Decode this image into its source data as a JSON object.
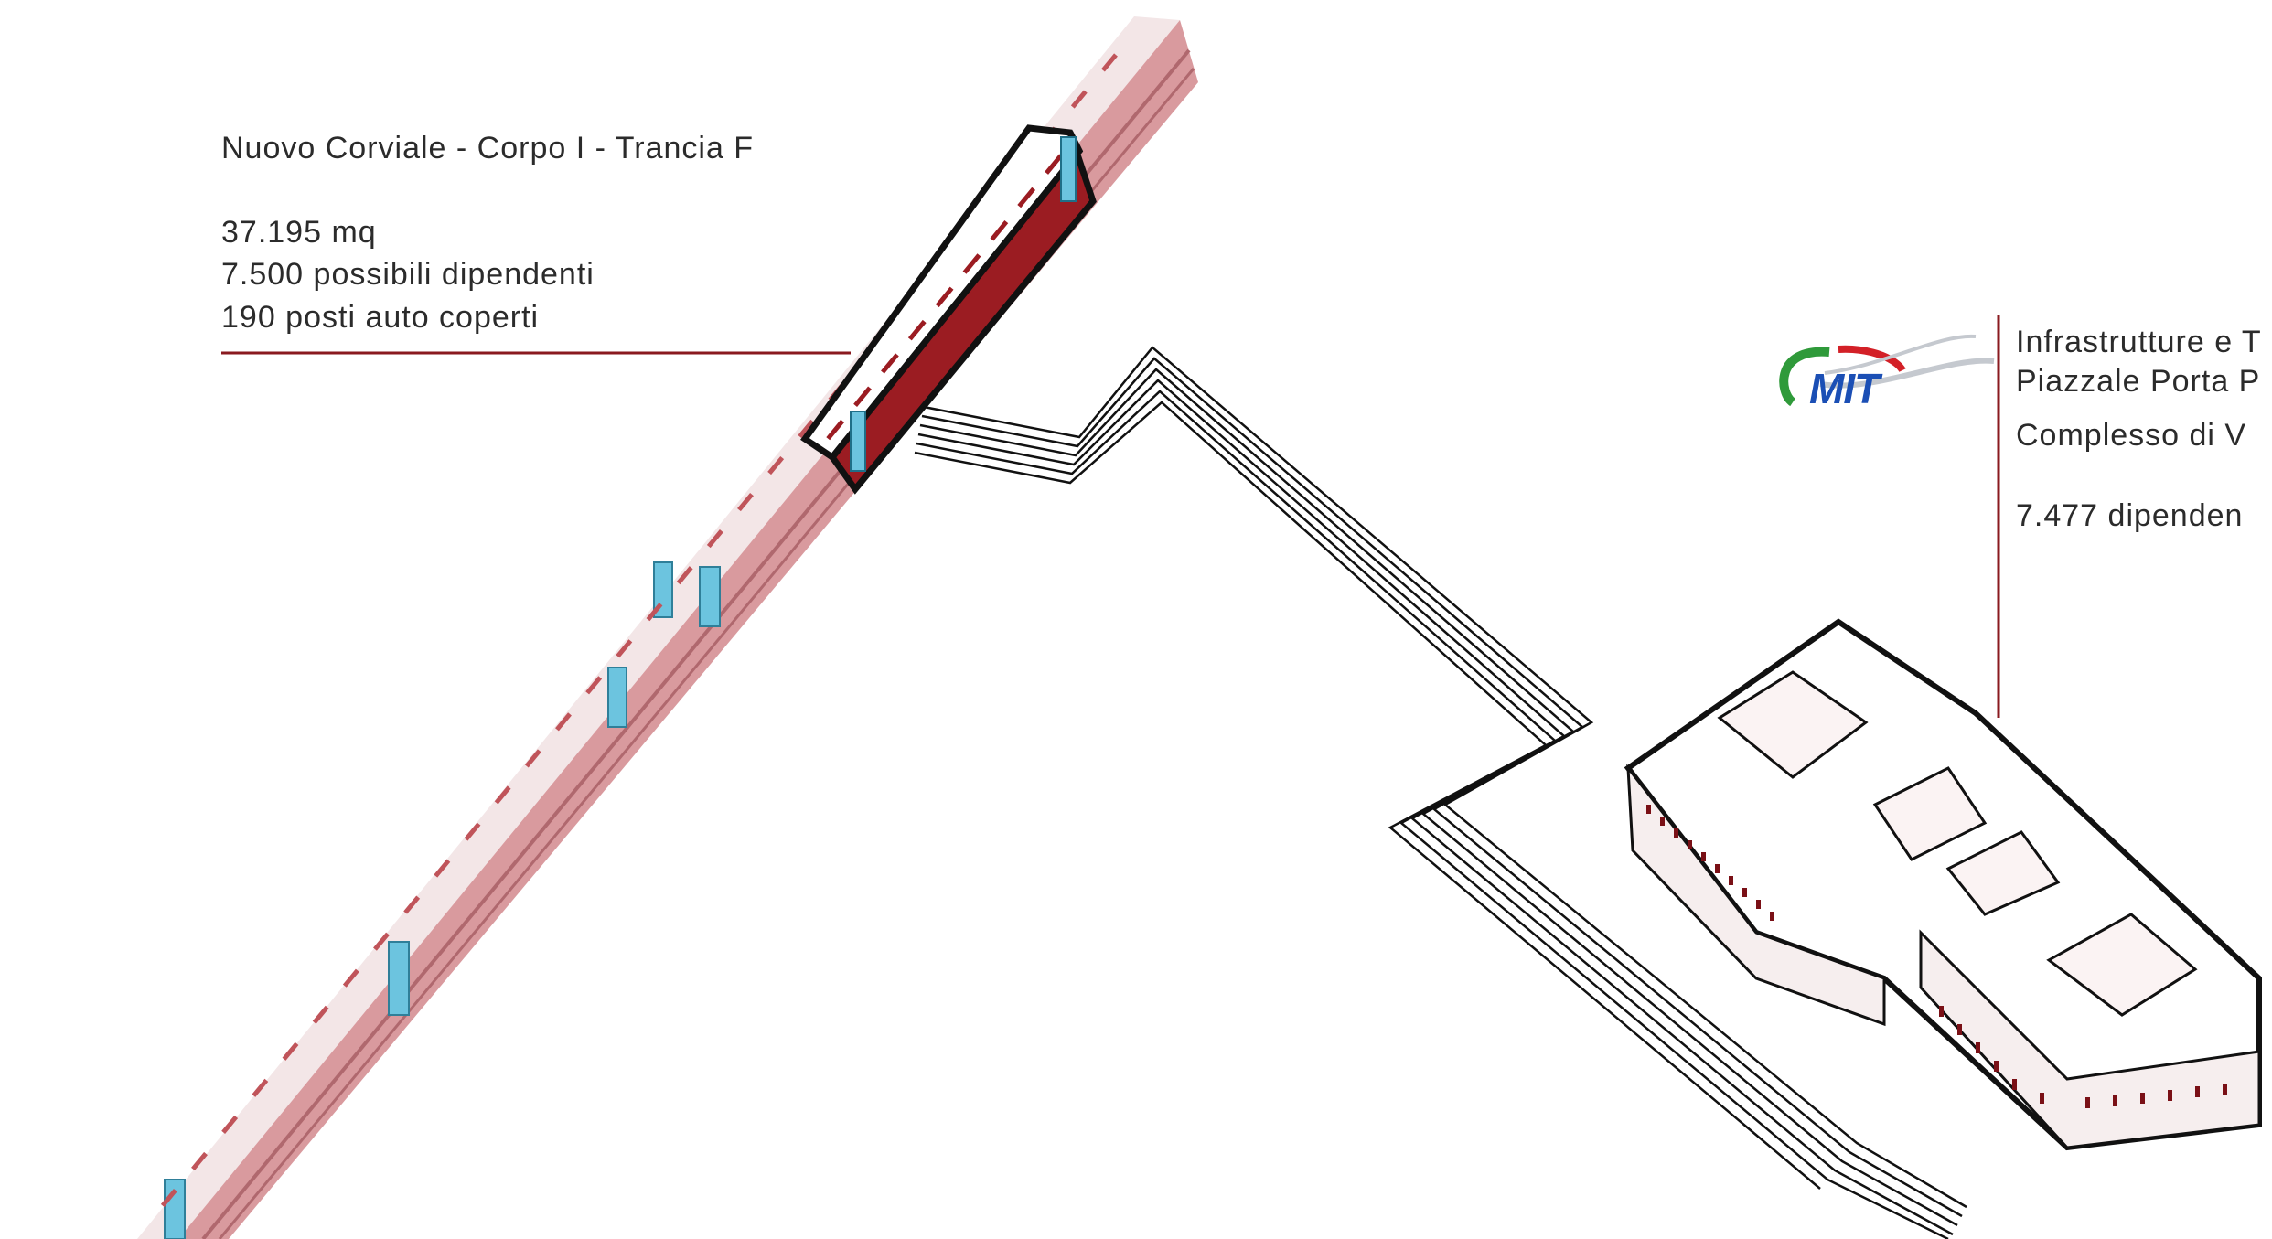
{
  "corviale": {
    "title": "Nuovo Corviale - Corpo I - Trancia F",
    "area": "37.195 mq",
    "employees": "7.500 possibili dipendenti",
    "parking": "190 posti auto coperti"
  },
  "mit": {
    "logo_text": "MIT",
    "line1": "Infrastrutture e T",
    "line2": "Piazzale Porta P",
    "complex": "Complesso di V",
    "employees": "7.477 dipenden"
  },
  "colors": {
    "corviale_light": "#d99a9e",
    "corviale_dark": "#9b1c22",
    "accent_line": "#8a1a1f",
    "glass": "#6cc4df",
    "text": "#2b2b2b",
    "mit_blue": "#1b4fb5",
    "mit_green": "#2f9a3a",
    "mit_red": "#d32027"
  }
}
